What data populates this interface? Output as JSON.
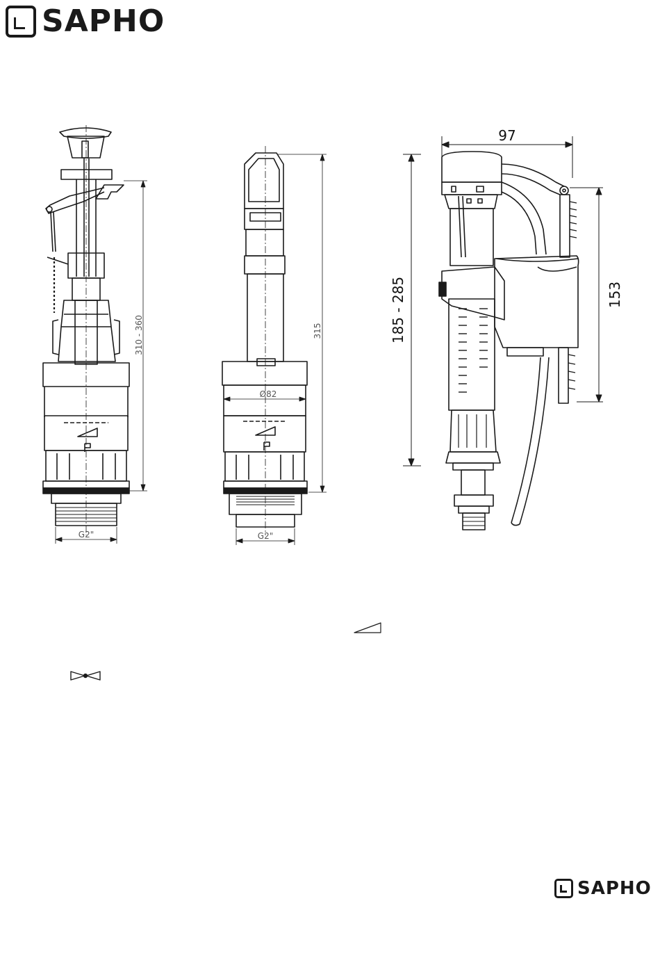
{
  "brand": {
    "name": "SAPHO"
  },
  "drawings": {
    "flush_valve_1": {
      "height_range": "310 - 360",
      "thread": "G2\""
    },
    "flush_valve_2": {
      "height": "315",
      "diameter": "Ø82",
      "thread": "G2\""
    },
    "fill_valve": {
      "width": "97",
      "height_range": "185 - 285",
      "float_height": "153"
    }
  },
  "symbols": {
    "symbol_1": "triangle-wedge-icon",
    "symbol_2": "bowtie-arrows-icon"
  },
  "colors": {
    "ink": "#1a1a1a"
  }
}
